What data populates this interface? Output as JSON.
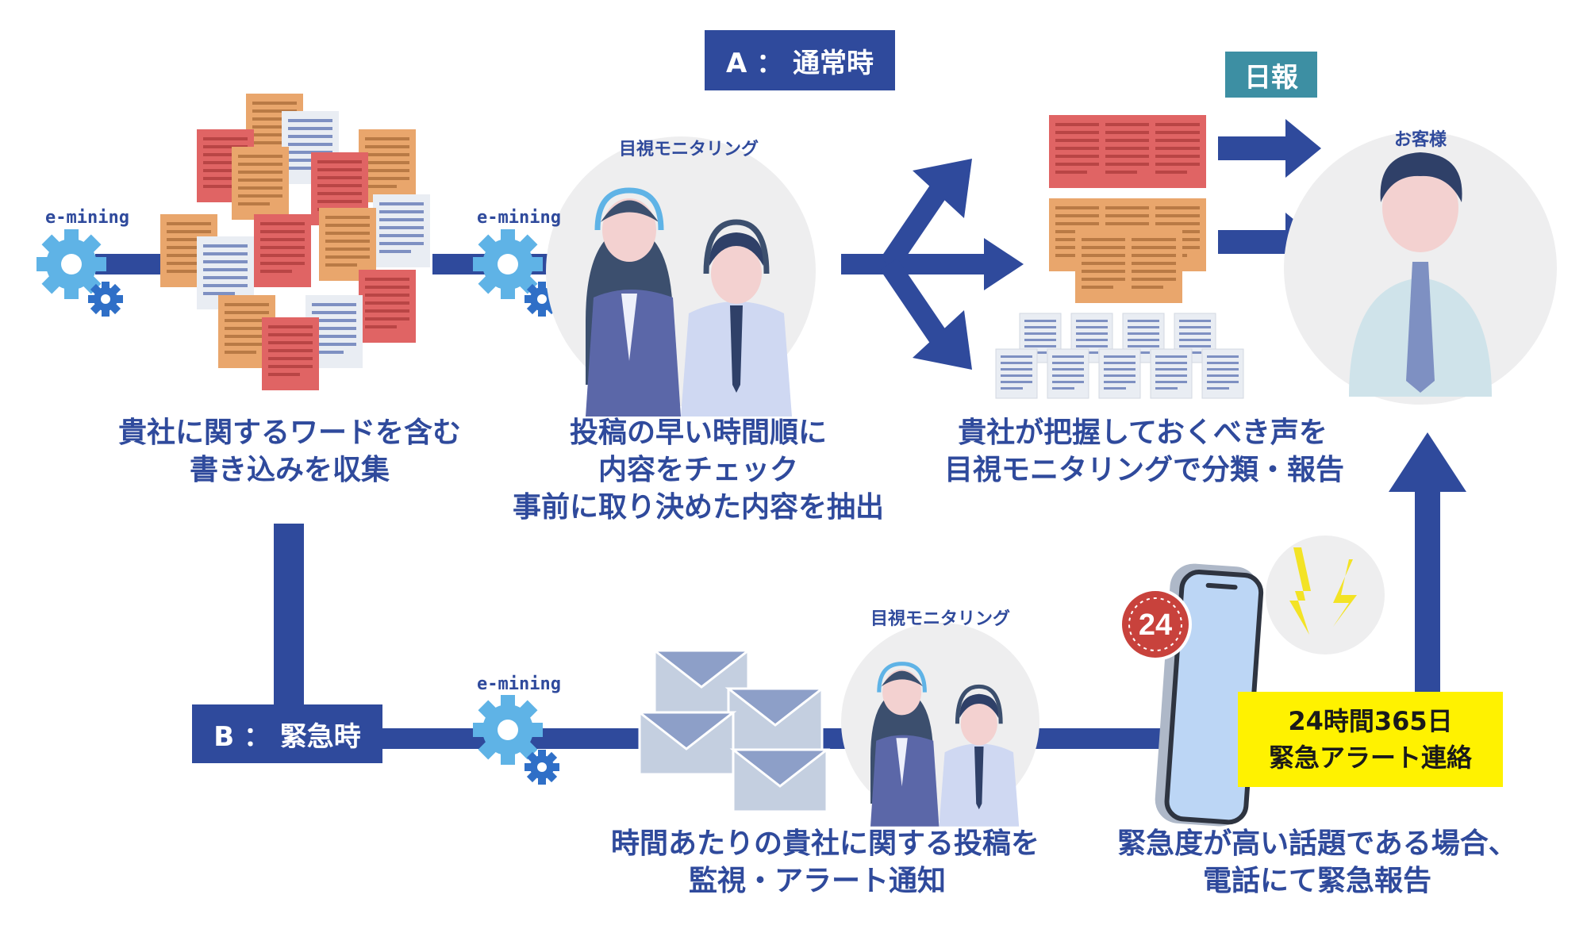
{
  "mode_a": "A ： 通常時",
  "mode_b": "B ： 緊急時",
  "daily_report": "日報",
  "customer": "お客様",
  "emining_1": "e-mining",
  "emining_2": "e-mining",
  "emining_3": "e-mining",
  "monitor_top": "目視モニタリング",
  "monitor_bottom": "目視モニタリング",
  "collect": [
    "貴社に関するワードを含む",
    "書き込みを収集"
  ],
  "check": [
    "投稿の早い時間順に",
    "内容をチェック",
    "事前に取り決めた内容を抽出"
  ],
  "classify": [
    "貴社が把握しておくべき声を",
    "目視モニタリングで分類・報告"
  ],
  "monitor_alert": [
    "時間あたりの貴社に関する投稿を",
    "監視・アラート通知"
  ],
  "emergency": [
    "緊急度が高い話題である場合、",
    "電話にて緊急報告"
  ],
  "alert_box": [
    "24時間365日",
    "緊急アラート連絡"
  ],
  "badge": "24",
  "colors": {
    "navy": "#2f4a9c",
    "teal": "#3d8fa3",
    "yellow": "#fff200",
    "red_doc": "#e06464",
    "orange_doc": "#e9a66c",
    "gray_doc": "#e9edf3",
    "gear": "#5fb3e6",
    "gear_dark": "#2f6fc7",
    "circle_bg": "#eeeeef",
    "phone": "#bcd6f5",
    "envelope": "#c4cfe0"
  },
  "icons": [
    "gear-icon",
    "document-icon",
    "operator-icon",
    "customer-icon",
    "envelope-icon",
    "smartphone-icon",
    "alarm-badge-icon",
    "lightning-icon",
    "arrow-icon"
  ]
}
